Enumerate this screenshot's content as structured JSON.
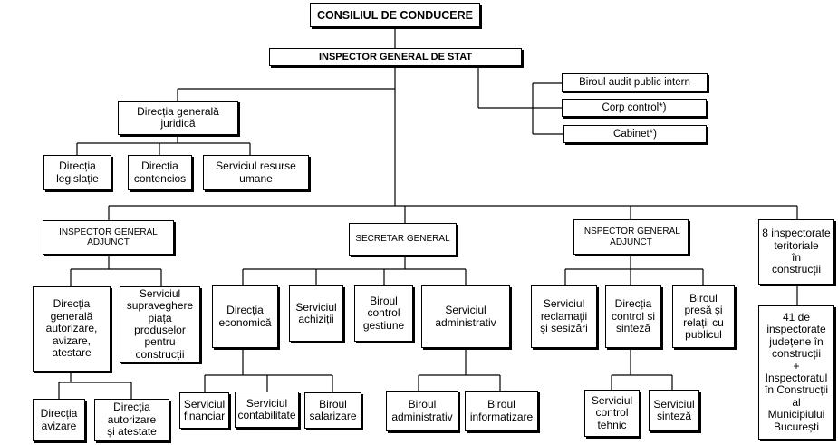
{
  "org": {
    "council": "CONSILIUL DE CONDUCERE",
    "inspector_general": "INSPECTOR GENERAL DE STAT",
    "audit": "Biroul audit public intern",
    "corp_control": "Corp control*)",
    "cabinet": "Cabinet*)",
    "dir_gen_juridica": "Direcția generală\njuridică",
    "dir_legislatie": "Direcția\nlegislație",
    "dir_contencios": "Direcția\ncontencios",
    "serv_resurse_umane": "Serviciul resurse\numane",
    "adjunct_left": "INSPECTOR GENERAL\nADJUNCT",
    "secretar_general": "SECRETAR GENERAL",
    "adjunct_right": "INSPECTOR GENERAL\nADJUNCT",
    "inspectorate_teritoriale": "8 inspectorate\nteritoriale\nîn\nconstrucții",
    "dir_gen_autorizare": "Direcția\ngenerală\nautorizare,\navizare,\natestare",
    "serv_supraveghere": "Serviciul\nsupraveghere\npiața\nproduselor\npentru\nconstrucții",
    "dir_avizare": "Direcția\navizare",
    "dir_autorizare_atestate": "Direcția\nautorizare\nși atestate",
    "dir_economica": "Direcția\neconomică",
    "serv_achizitii": "Serviciul\nachiziții",
    "birou_control_gestiune": "Biroul\ncontrol\ngestiune",
    "serv_administrativ": "Serviciul\nadministrativ",
    "serv_financiar": "Serviciul\nfinanciar",
    "serv_contabilitate": "Serviciul\ncontabilitate",
    "birou_salarizare": "Biroul\nsalarizare",
    "birou_administrativ": "Biroul\nadministrativ",
    "birou_informatizare": "Biroul\ninformatizare",
    "serv_reclamatii": "Serviciul\nreclamații\nși sesizări",
    "dir_control_sinteza": "Direcția\ncontrol și\nsinteză",
    "birou_presa": "Biroul\npresă și\nrelații cu\npublicul",
    "serv_control_tehnic": "Serviciul\ncontrol\ntehnic",
    "serv_sinteza": "Serviciul\nsinteză",
    "inspectorate_judetene": "41 de\ninspectorate\njudețene în\nconstrucții\n+\nInspectoratul\nîn Construcții\nal\nMunicipiului\nBucurești"
  }
}
